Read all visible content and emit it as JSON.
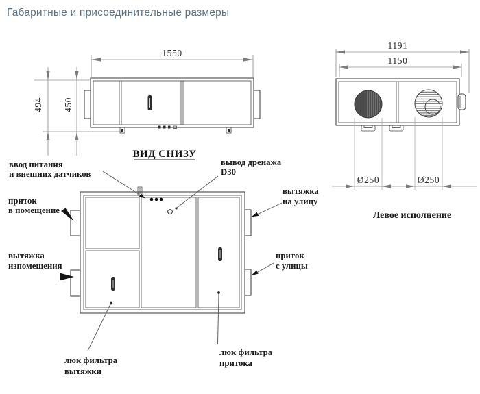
{
  "title": "Габаритные и присоединительные размеры",
  "front_view": {
    "dim_width": "1550",
    "dim_height_overall": "494",
    "dim_height_body": "450"
  },
  "side_view": {
    "dim_width_overall": "1191",
    "dim_width_body": "1150",
    "dim_duct_exhaust": "Ø250",
    "dim_duct_supply": "Ø250",
    "caption": "Левое исполнение"
  },
  "bottom_view": {
    "title": "ВИД СНИЗУ",
    "labels": {
      "power_input": [
        "ввод питания",
        "и внешних датчиков"
      ],
      "drain_outlet": [
        "вывод дренажа",
        "D30"
      ],
      "supply_to_room": [
        "приток",
        "в помещение"
      ],
      "exhaust_to_street": [
        "вытяжка",
        "на улицу"
      ],
      "exhaust_from_room": [
        "вытяжка",
        "изпомещения"
      ],
      "supply_from_street": [
        "приток",
        "с улицы"
      ],
      "exhaust_filter_hatch": [
        "люк фильтра",
        "вытяжки"
      ],
      "supply_filter_hatch": [
        "люк фильтра",
        "притока"
      ]
    }
  },
  "colors": {
    "title_text": "#5e7384",
    "drawing_line": "#474747",
    "dimension_line": "#929292",
    "label_text": "#1b1b1b",
    "background": "#ffffff"
  }
}
